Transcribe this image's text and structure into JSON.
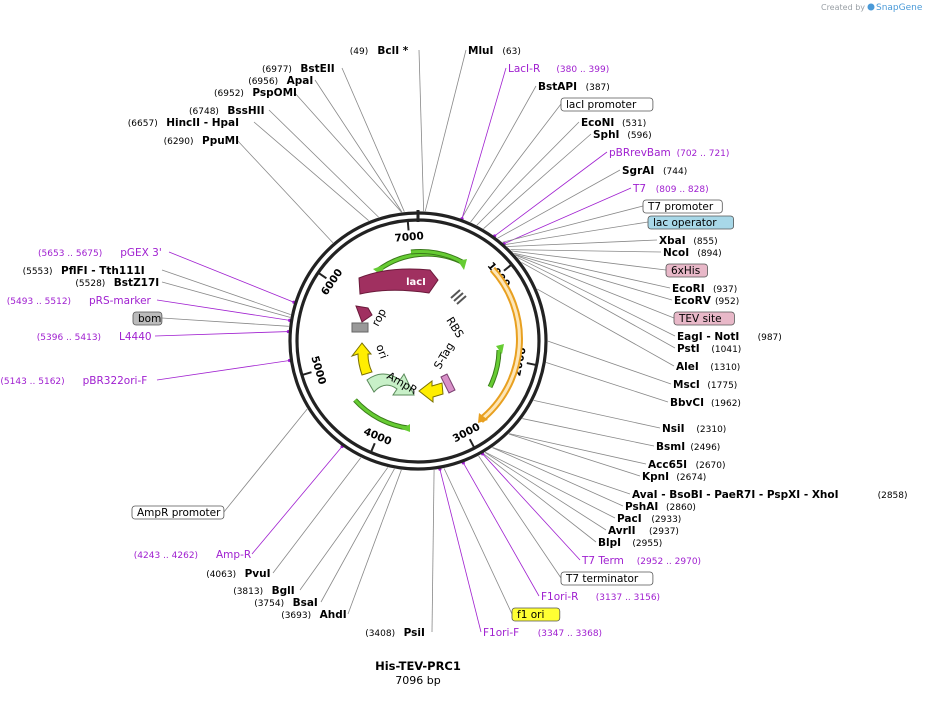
{
  "credit": {
    "prefix": "Created by",
    "brand": "SnapGene"
  },
  "plasmid": {
    "name": "His-TEV-PRC1",
    "length_bp": 7096,
    "length_label": "7096 bp"
  },
  "ticks": [
    {
      "label": "1000",
      "bp": 1000
    },
    {
      "label": "2000",
      "bp": 2000
    },
    {
      "label": "3000",
      "bp": 3000
    },
    {
      "label": "4000",
      "bp": 4000
    },
    {
      "label": "5000",
      "bp": 5000
    },
    {
      "label": "6000",
      "bp": 6000
    },
    {
      "label": "7000",
      "bp": 7000
    }
  ],
  "sites": [
    {
      "name": "BclI *",
      "pos": "(49)",
      "bp": 49
    },
    {
      "name": "MluI",
      "pos": "(63)",
      "bp": 63
    },
    {
      "name": "BstAPI",
      "pos": "(387)",
      "bp": 387
    },
    {
      "name": "EcoNI",
      "pos": "(531)",
      "bp": 531
    },
    {
      "name": "SphI",
      "pos": "(596)",
      "bp": 596
    },
    {
      "name": "SgrAI",
      "pos": "(744)",
      "bp": 744
    },
    {
      "name": "XbaI",
      "pos": "(855)",
      "bp": 855
    },
    {
      "name": "NcoI",
      "pos": "(894)",
      "bp": 894
    },
    {
      "name": "EcoRI",
      "pos": "(937)",
      "bp": 937
    },
    {
      "name": "EcoRV",
      "pos": "(952)",
      "bp": 952
    },
    {
      "name": "EagI - NotI",
      "pos": "(987)",
      "bp": 987
    },
    {
      "name": "PstI",
      "pos": "(1041)",
      "bp": 1041
    },
    {
      "name": "AleI",
      "pos": "(1310)",
      "bp": 1310
    },
    {
      "name": "MscI",
      "pos": "(1775)",
      "bp": 1775
    },
    {
      "name": "BbvCI",
      "pos": "(1962)",
      "bp": 1962
    },
    {
      "name": "NsiI",
      "pos": "(2310)",
      "bp": 2310
    },
    {
      "name": "BsmI",
      "pos": "(2496)",
      "bp": 2496
    },
    {
      "name": "Acc65I",
      "pos": "(2670)",
      "bp": 2670
    },
    {
      "name": "KpnI",
      "pos": "(2674)",
      "bp": 2674
    },
    {
      "name": "AvaI - BsoBI - PaeR7I - PspXI - XhoI",
      "pos": "(2858)",
      "bp": 2858
    },
    {
      "name": "PshAI",
      "pos": "(2860)",
      "bp": 2860
    },
    {
      "name": "PacI",
      "pos": "(2933)",
      "bp": 2933
    },
    {
      "name": "AvrII",
      "pos": "(2937)",
      "bp": 2937
    },
    {
      "name": "BlpI",
      "pos": "(2955)",
      "bp": 2955
    },
    {
      "name": "PsiI",
      "pos": "(3408)",
      "bp": 3408
    },
    {
      "name": "AhdI",
      "pos": "(3693)",
      "bp": 3693
    },
    {
      "name": "BsaI",
      "pos": "(3754)",
      "bp": 3754
    },
    {
      "name": "BglI",
      "pos": "(3813)",
      "bp": 3813
    },
    {
      "name": "PvuI",
      "pos": "(4063)",
      "bp": 4063
    },
    {
      "name": "BstZ17I",
      "pos": "(5528)",
      "bp": 5528
    },
    {
      "name": "PflFI - Tth111I",
      "pos": "(5553)",
      "bp": 5553
    },
    {
      "name": "PpuMI",
      "pos": "(6290)",
      "bp": 6290
    },
    {
      "name": "HincII - HpaI",
      "pos": "(6657)",
      "bp": 6657
    },
    {
      "name": "BssHII",
      "pos": "(6748)",
      "bp": 6748
    },
    {
      "name": "PspOMI",
      "pos": "(6952)",
      "bp": 6952
    },
    {
      "name": "ApaI",
      "pos": "(6956)",
      "bp": 6956
    },
    {
      "name": "BstEII",
      "pos": "(6977)",
      "bp": 6977
    }
  ],
  "primers": [
    {
      "name": "LacI-R",
      "range": "(380 .. 399)",
      "bp": 390
    },
    {
      "name": "pBRrevBam",
      "range": "(702 .. 721)",
      "bp": 712
    },
    {
      "name": "T7",
      "range": "(809 .. 828)",
      "bp": 818
    },
    {
      "name": "T7 Term",
      "range": "(2952 .. 2970)",
      "bp": 2961
    },
    {
      "name": "F1ori-R",
      "range": "(3137 .. 3156)",
      "bp": 3146
    },
    {
      "name": "F1ori-F",
      "range": "(3347 .. 3368)",
      "bp": 3357
    },
    {
      "name": "Amp-R",
      "range": "(4243 .. 4262)",
      "bp": 4252
    },
    {
      "name": "pBR322ori-F",
      "range": "(5143 .. 5162)",
      "bp": 5152
    },
    {
      "name": "L4440",
      "range": "(5396 .. 5413)",
      "bp": 5404
    },
    {
      "name": "pRS-marker",
      "range": "(5493 .. 5512)",
      "bp": 5502
    },
    {
      "name": "pGEX 3'",
      "range": "(5653 .. 5675)",
      "bp": 5664
    }
  ],
  "boxed_features": [
    {
      "name": "lacI promoter",
      "fill": "#ffffff",
      "bp": 470
    },
    {
      "name": "T7 promoter",
      "fill": "#ffffff",
      "bp": 800
    },
    {
      "name": "lac operator",
      "fill": "#a8d8e8",
      "bp": 830
    },
    {
      "name": "6xHis",
      "fill": "#e8b8c8",
      "bp": 910
    },
    {
      "name": "TEV site",
      "fill": "#e8b8c8",
      "bp": 960
    },
    {
      "name": "T7 terminator",
      "fill": "#ffffff",
      "bp": 3000
    },
    {
      "name": "f1 ori",
      "fill": "#ffff33",
      "bp": 3320
    },
    {
      "name": "AmpR promoter",
      "fill": "#ffffff",
      "bp": 4700
    },
    {
      "name": "bom",
      "fill": "#bbbbbb",
      "bp": 5450
    }
  ],
  "features": [
    {
      "name": "lacI",
      "color": "#a03060"
    },
    {
      "name": "rop",
      "color": "#a03060"
    },
    {
      "name": "ori",
      "color": "#ffee00"
    },
    {
      "name": "AmpR",
      "color": "#c8f0c8"
    },
    {
      "name": "S-Tag",
      "color": "#d890c8"
    },
    {
      "name": "RBS",
      "color": "#808080"
    }
  ],
  "colors": {
    "primer": "#a020d0",
    "orf": "#66cc33",
    "orf_dark": "#336600",
    "insert": "#e8a020",
    "backbone": "#222222"
  }
}
